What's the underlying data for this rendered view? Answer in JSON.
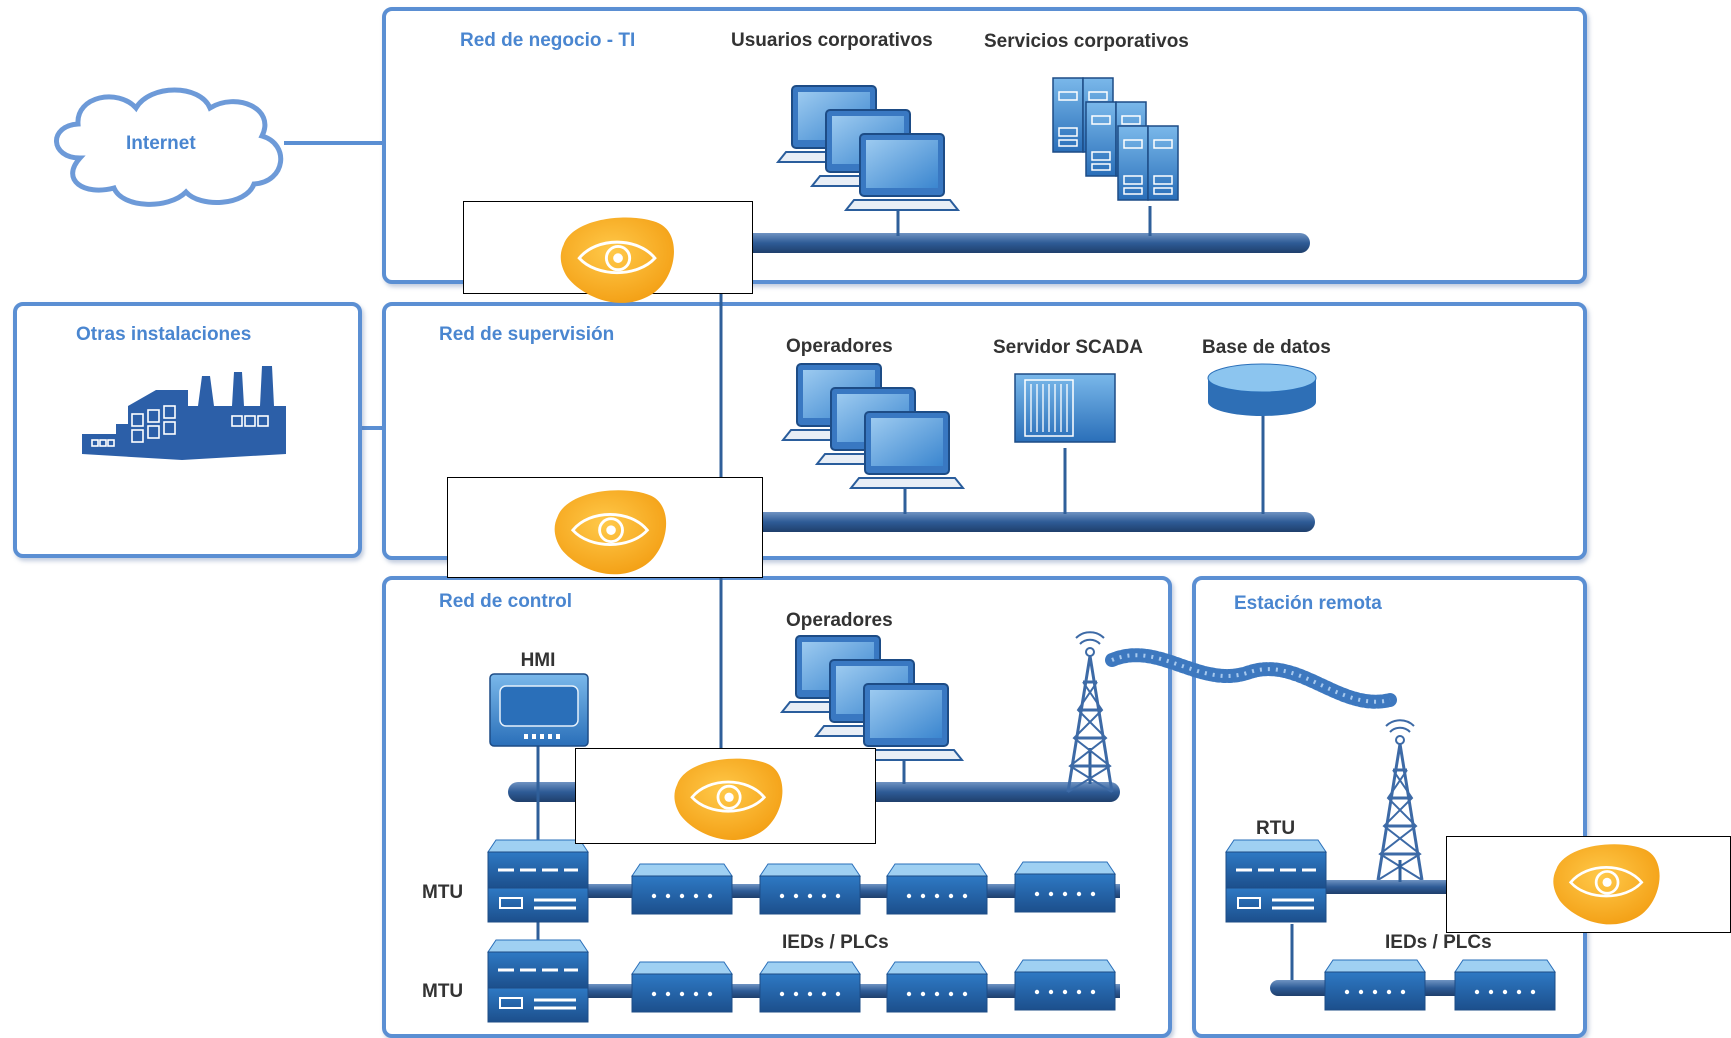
{
  "internet": {
    "label": "Internet"
  },
  "zones": {
    "business": {
      "title": "Red de negocio  - TI",
      "users": "Usuarios corporativos",
      "services": "Servicios corporativos"
    },
    "other": {
      "title": "Otras instalaciones"
    },
    "supervision": {
      "title": "Red de supervisión",
      "operators": "Operadores",
      "scada": "Servidor SCADA",
      "database": "Base de datos"
    },
    "control": {
      "title": "Red de control",
      "operators": "Operadores",
      "hmi": "HMI",
      "mtu1": "MTU",
      "mtu2": "MTU",
      "ieds": "IEDs / PLCs"
    },
    "remote": {
      "title": "Estación remota",
      "rtu": "RTU",
      "ieds": "IEDs / PLCs"
    }
  },
  "icons": {
    "firewall": "eye-shield-icon",
    "computer": "computer-monitor-icon",
    "server": "server-rack-icon",
    "database": "database-icon",
    "antenna": "radio-tower-icon",
    "factory": "factory-icon",
    "cloud": "cloud-icon",
    "device": "network-device-icon"
  },
  "colors": {
    "zone_border": "#5b8fd3",
    "title_blue": "#4a86d0",
    "bus": "#2f5f9a",
    "device_blue": "#2f74c0",
    "firewall_orange": "#f5a623"
  }
}
